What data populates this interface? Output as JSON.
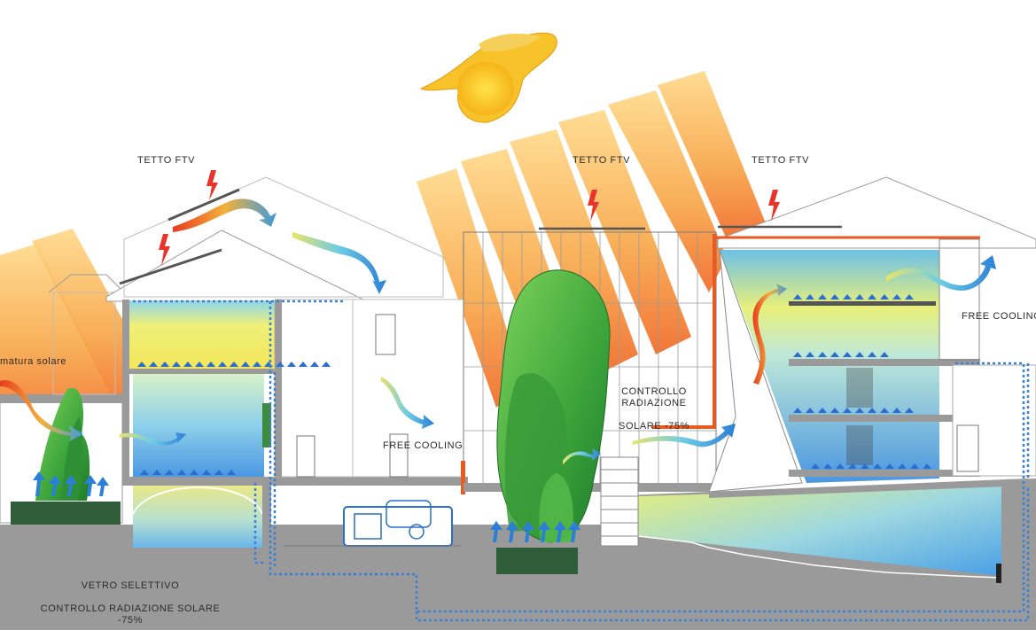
{
  "labels": {
    "roof_pv_left": "TETTO FTV",
    "roof_pv_center": "TETTO FTV",
    "roof_pv_right": "TETTO FTV",
    "solar_greenhouse": "matura solare",
    "radiation_control_line1": "CONTROLLO RADIAZIONE",
    "radiation_control_line2": "SOLARE -75%",
    "free_cooling_center": "FREE COOLING",
    "free_cooling_right": "FREE COOLING",
    "selective_glass_line1": "VETRO SELETTIVO",
    "selective_glass_line2": "CONTROLLO RADIAZIONE SOLARE -75%"
  },
  "icons": {
    "sun": "sun-icon",
    "lightning": "lightning-icon",
    "airflow": "airflow-arrow-icon",
    "tree": "tree-icon",
    "heat_pump": "heat-pump-icon"
  },
  "colors": {
    "sun_ray_top": "#ffd36a",
    "sun_ray_bottom": "#f4742a",
    "cool_blue": "#4fa7e4",
    "warm_yellow": "#eef07a",
    "ground_gray": "#9a9a9a",
    "tree_green": "#3ea83a",
    "duct_blue": "#3b82d6"
  }
}
